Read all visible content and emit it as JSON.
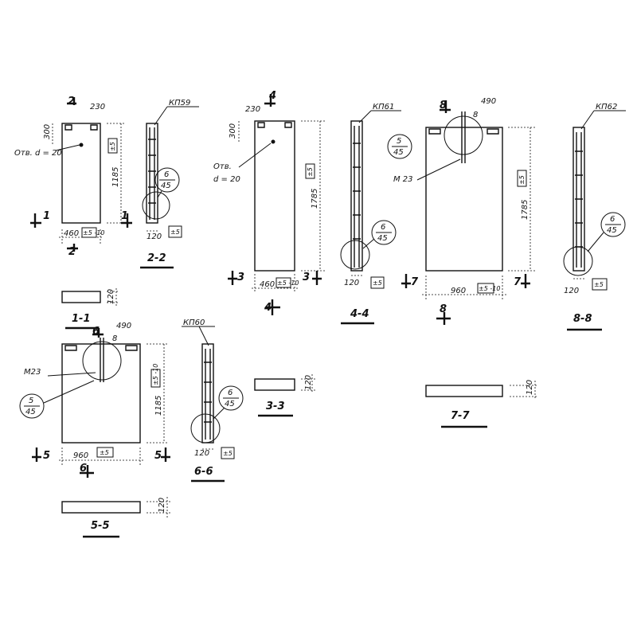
{
  "panel_1": {
    "cut_top": "2",
    "cut_bottom": "2",
    "cut_left": "1",
    "cut_right": "1",
    "offset": "230",
    "hole_height": "300",
    "hole_label": "Отв. d = 20",
    "height": "1185",
    "width": "460",
    "tol_w": "±5 -10",
    "tol_h": "±5"
  },
  "section_2_2": {
    "mark": "КП59",
    "leader_num": "6",
    "leader_den": "45",
    "thick": "120",
    "tol": "±5",
    "title": "2-2"
  },
  "section_1_1": {
    "thick": "120",
    "title": "1-1"
  },
  "panel_3": {
    "cut_top": "4",
    "cut_bottom": "4",
    "cut_left": "3",
    "cut_right": "3",
    "offset": "230",
    "hole_height": "300",
    "hole_label_1": "Отв.",
    "hole_label_2": "d = 20",
    "height": "1785",
    "width": "460",
    "tol_w": "±5 -10",
    "tol_h": "±5"
  },
  "section_4_4": {
    "mark": "КП61",
    "leader_num": "6",
    "leader_den": "45",
    "thick": "120",
    "tol": "±5",
    "title": "4-4"
  },
  "section_3_3": {
    "thick": "120",
    "title": "3-3"
  },
  "panel_7": {
    "cut_top": "8",
    "cut_bottom": "8",
    "cut_left": "7",
    "cut_right": "7",
    "offset": "490",
    "slot_mark": "8",
    "leader_num": "5",
    "leader_den": "45",
    "anchor": "М 23",
    "height": "1785",
    "width": "960",
    "tol_w": "±5 -10",
    "tol_h": "±5"
  },
  "section_8_8": {
    "mark": "КП62",
    "leader_num": "6",
    "leader_den": "45",
    "thick": "120",
    "tol": "±5",
    "title": "8-8"
  },
  "section_7_7": {
    "thick": "120",
    "title": "7-7"
  },
  "panel_5": {
    "cut_top": "6",
    "cut_bottom": "6",
    "cut_left": "5",
    "cut_right": "5",
    "offset": "490",
    "slot_mark": "8",
    "leader_num": "5",
    "leader_den": "45",
    "anchor": "М23",
    "height": "1185",
    "width": "960",
    "tol_w": "±5",
    "tol_h": "±5 -10"
  },
  "section_6_6": {
    "mark": "КП60",
    "leader_num": "6",
    "leader_den": "45",
    "thick": "120",
    "tol": "±5",
    "title": "6-6"
  },
  "section_5_5": {
    "thick": "120",
    "title": "5-5"
  }
}
